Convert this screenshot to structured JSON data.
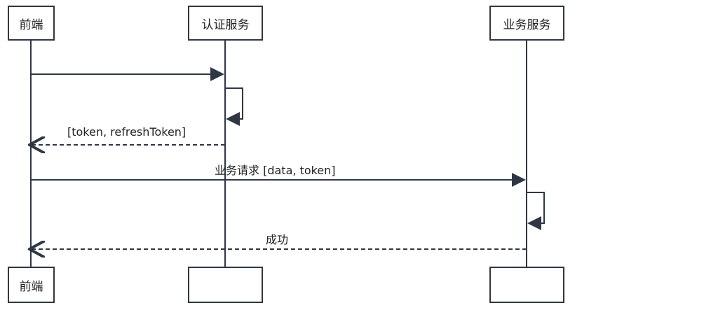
{
  "participants": [
    {
      "id": "frontend",
      "label": "前端",
      "footer_label": "前端"
    },
    {
      "id": "auth",
      "label": "认证服务",
      "footer_label": ""
    },
    {
      "id": "biz",
      "label": "业务服务",
      "footer_label": ""
    }
  ],
  "messages": [
    {
      "from": "frontend",
      "to": "auth",
      "label": "",
      "style": "solid"
    },
    {
      "from": "auth",
      "to": "auth",
      "label": "",
      "style": "self"
    },
    {
      "from": "auth",
      "to": "frontend",
      "label": "[token, refreshToken]",
      "style": "dashed"
    },
    {
      "from": "frontend",
      "to": "biz",
      "label": "业务请求 [data, token]",
      "style": "solid"
    },
    {
      "from": "biz",
      "to": "biz",
      "label": "",
      "style": "self"
    },
    {
      "from": "biz",
      "to": "frontend",
      "label": "成功",
      "style": "dashed"
    }
  ],
  "colors": {
    "line": "#2f3744",
    "text": "#222222"
  }
}
